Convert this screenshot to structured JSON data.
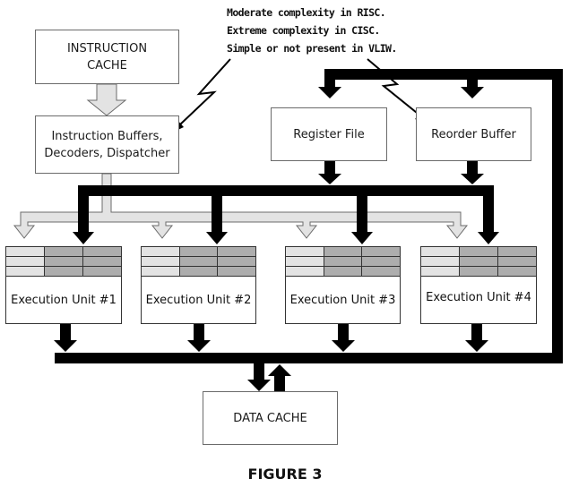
{
  "annotation": {
    "lines": [
      "Moderate complexity in RISC.",
      "Extreme complexity in CISC.",
      "Simple or not present in VLIW."
    ]
  },
  "boxes": {
    "instruction_cache": [
      "INSTRUCTION",
      "CACHE"
    ],
    "dispatcher": [
      "Instruction Buffers,",
      "Decoders, Dispatcher"
    ],
    "register_file": "Register File",
    "reorder_buffer": "Reorder Buffer",
    "data_cache": "DATA CACHE"
  },
  "execution_units": [
    {
      "label": "Execution Unit #1"
    },
    {
      "label": "Execution Unit #2"
    },
    {
      "label": "Execution Unit #3"
    },
    {
      "label": "Execution Unit #4"
    }
  ],
  "caption": "FIGURE 3",
  "colors": {
    "bus": "#000000",
    "instruction_path": "#e3e3e3",
    "operand_cells": "#adadad",
    "instruction_cells": "#e3e3e3"
  }
}
